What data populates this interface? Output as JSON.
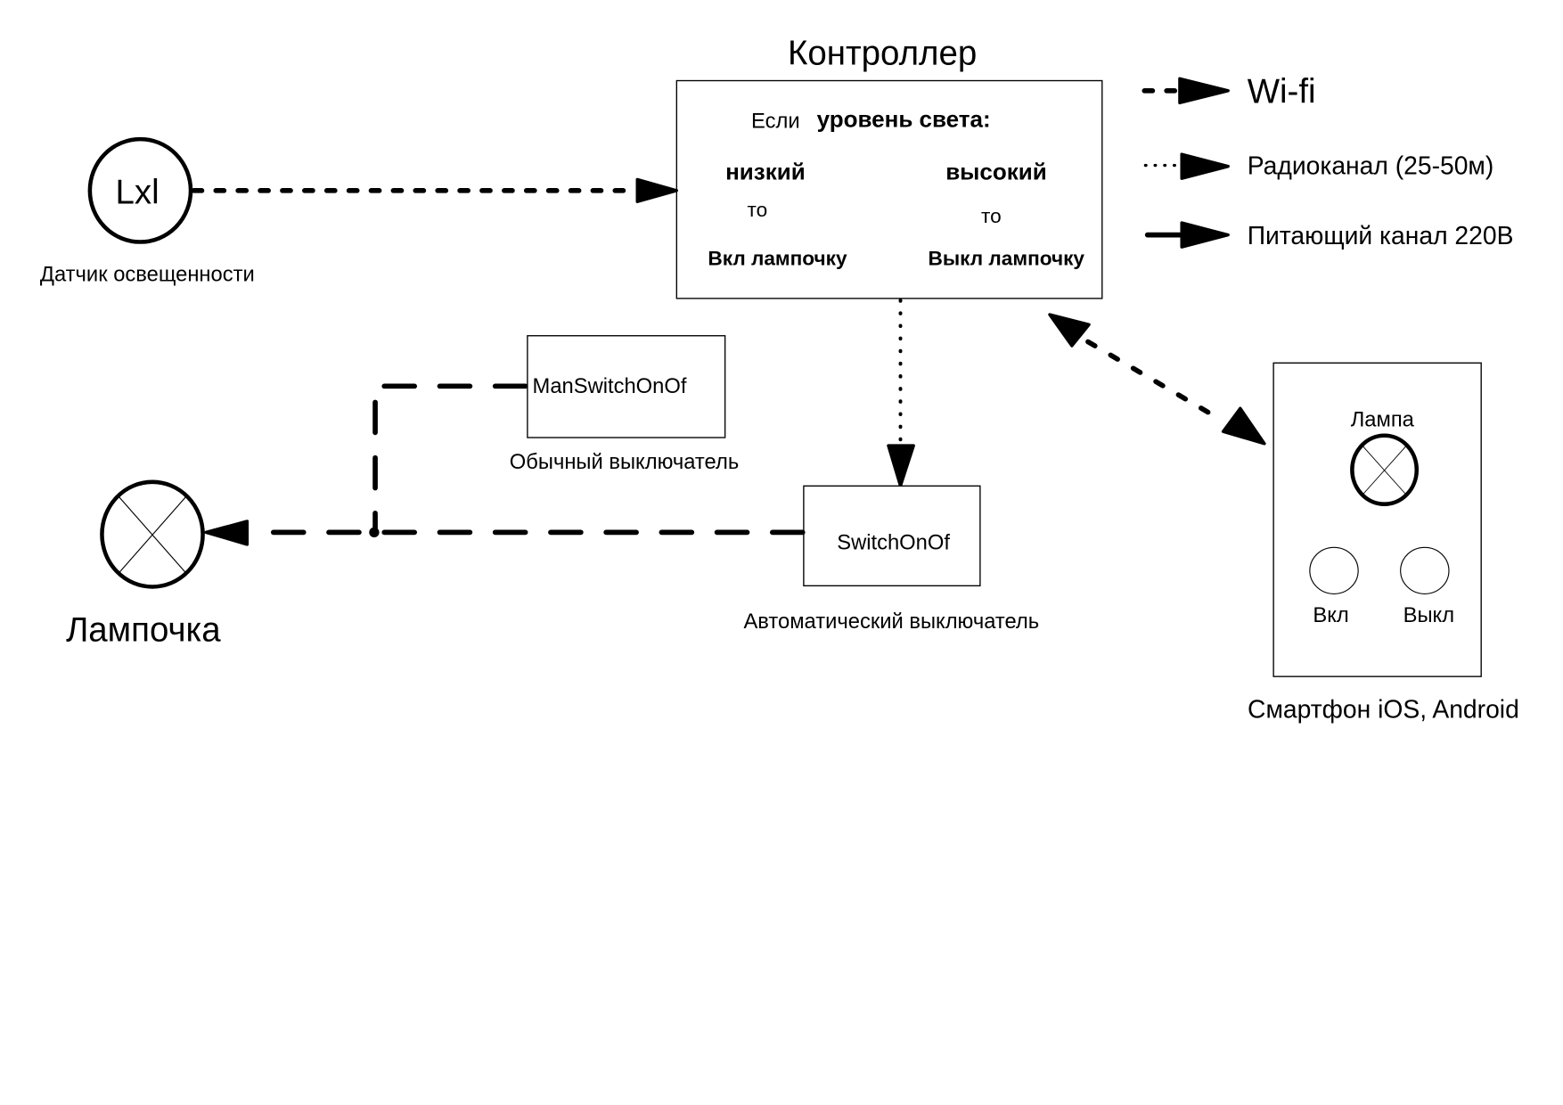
{
  "colors": {
    "stroke": "#000000",
    "background": "#ffffff"
  },
  "legend": {
    "items": [
      {
        "style": "wifi-dashed",
        "label": "Wi-fi"
      },
      {
        "style": "radio-dotted",
        "label": "Радиоканал (25-50м)"
      },
      {
        "style": "power-solid",
        "label": "Питающий канал 220В"
      }
    ]
  },
  "controller": {
    "title": "Контроллер",
    "if_label": "Если",
    "condition": "уровень света:",
    "low": "низкий",
    "high": "высокий",
    "then_low": "то",
    "then_high": "то",
    "action_low": "Вкл лампочку",
    "action_high": "Выкл лампочку"
  },
  "sensor": {
    "symbol": "Lxl",
    "label": "Датчик освещенности"
  },
  "manual_switch": {
    "name": "ManSwitchOnOf",
    "label": "Обычный выключатель"
  },
  "auto_switch": {
    "name": "SwitchOnOf",
    "label": "Автоматический выключатель"
  },
  "lamp": {
    "label": "Лампочка"
  },
  "smartphone": {
    "lamp_label": "Лампа",
    "on_label": "Вкл",
    "off_label": "Выкл",
    "label": "Смартфон iOS, Android"
  },
  "connections": [
    {
      "from": "sensor",
      "to": "controller",
      "type": "Wi-fi"
    },
    {
      "from": "controller",
      "to": "auto_switch",
      "type": "Радиоканал"
    },
    {
      "from": "controller",
      "to": "smartphone",
      "type": "Wi-fi",
      "bidirectional": true
    },
    {
      "from": "auto_switch",
      "to": "lamp",
      "type": "Питающий канал 220В"
    },
    {
      "from": "manual_switch",
      "to": "lamp",
      "type": "Питающий канал 220В"
    }
  ]
}
